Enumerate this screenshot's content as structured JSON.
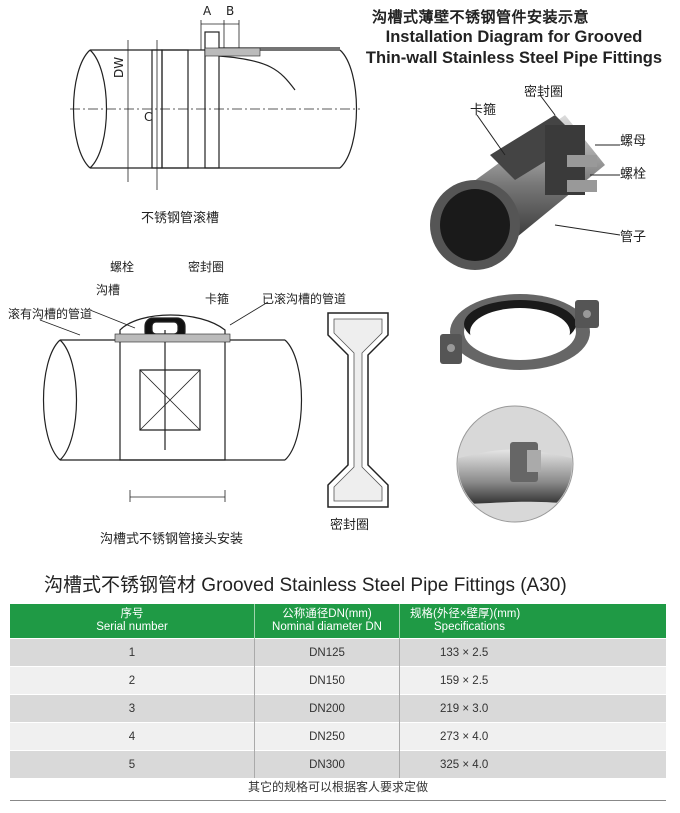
{
  "header": {
    "title_cn": "沟槽式薄壁不锈钢管件安装示意",
    "title_en_line1": "Installation Diagram for Grooved",
    "title_en_line2": "Thin-wall Stainless Steel Pipe Fittings"
  },
  "groove_diagram": {
    "dim_a": "A",
    "dim_b": "B",
    "dim_dw": "DW",
    "dim_c": "C",
    "caption": "不锈钢管滚槽"
  },
  "photo_labels": {
    "seal_ring": "密封圈",
    "clamp": "卡箍",
    "nut": "螺母",
    "bolt": "螺栓",
    "pipe": "管子"
  },
  "install_diagram": {
    "bolt": "螺栓",
    "seal_ring": "密封圈",
    "groove": "沟槽",
    "clamp": "卡箍",
    "grooved_pipe_left": "滚有沟槽的管道",
    "grooved_pipe_right": "已滚沟槽的管道",
    "caption": "沟槽式不锈钢管接头安装",
    "gasket_caption": "密封圈"
  },
  "section": {
    "title_cn": "沟槽式不锈钢管材",
    "title_en": "Grooved Stainless Steel Pipe Fittings (A30)"
  },
  "table": {
    "headers": [
      {
        "cn": "序号",
        "en": "Serial number"
      },
      {
        "cn": "公称通径DN(mm)",
        "en": "Nominal diameter DN"
      },
      {
        "cn": "规格(外径×壁厚)(mm)",
        "en": "Specifications"
      }
    ],
    "rows": [
      [
        "1",
        "DN125",
        "133 × 2.5"
      ],
      [
        "2",
        "DN150",
        "159 × 2.5"
      ],
      [
        "3",
        "DN200",
        "219 × 3.0"
      ],
      [
        "4",
        "DN250",
        "273 × 4.0"
      ],
      [
        "5",
        "DN300",
        "325 × 4.0"
      ]
    ],
    "note": "其它的规格可以根据客人要求定做"
  },
  "colors": {
    "header_green": "#1f9a45",
    "row_dark": "#d9d9d9",
    "row_light": "#f0f0f0"
  }
}
